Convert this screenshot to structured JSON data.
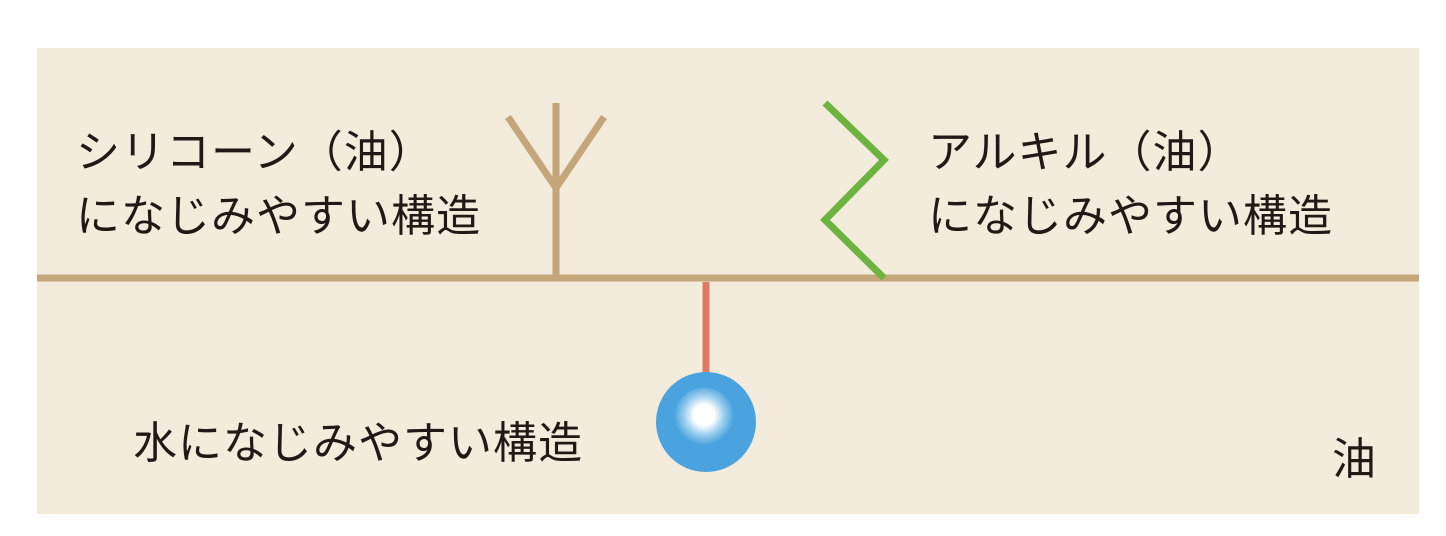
{
  "colors": {
    "background": "#f3ebdb",
    "interface_line": "#c4a67a",
    "silicone_chain": "#c4a67a",
    "alkyl_chain": "#6db33f",
    "hydrophilic_stem": "#e07b62",
    "hydrophilic_head": "#4aa3df",
    "text": "#231815"
  },
  "labels": {
    "silicone": {
      "line1": "シリコーン（油）",
      "line2": "になじみやすい構造"
    },
    "alkyl": {
      "line1": "アルキル（油）",
      "line2": "になじみやすい構造"
    },
    "water": "水になじみやすい構造",
    "oil": "油"
  },
  "icons": {
    "silicone_chain": "branched-y-chain",
    "alkyl_chain": "zigzag-chain",
    "hydrophilic_group": "sphere-head"
  }
}
